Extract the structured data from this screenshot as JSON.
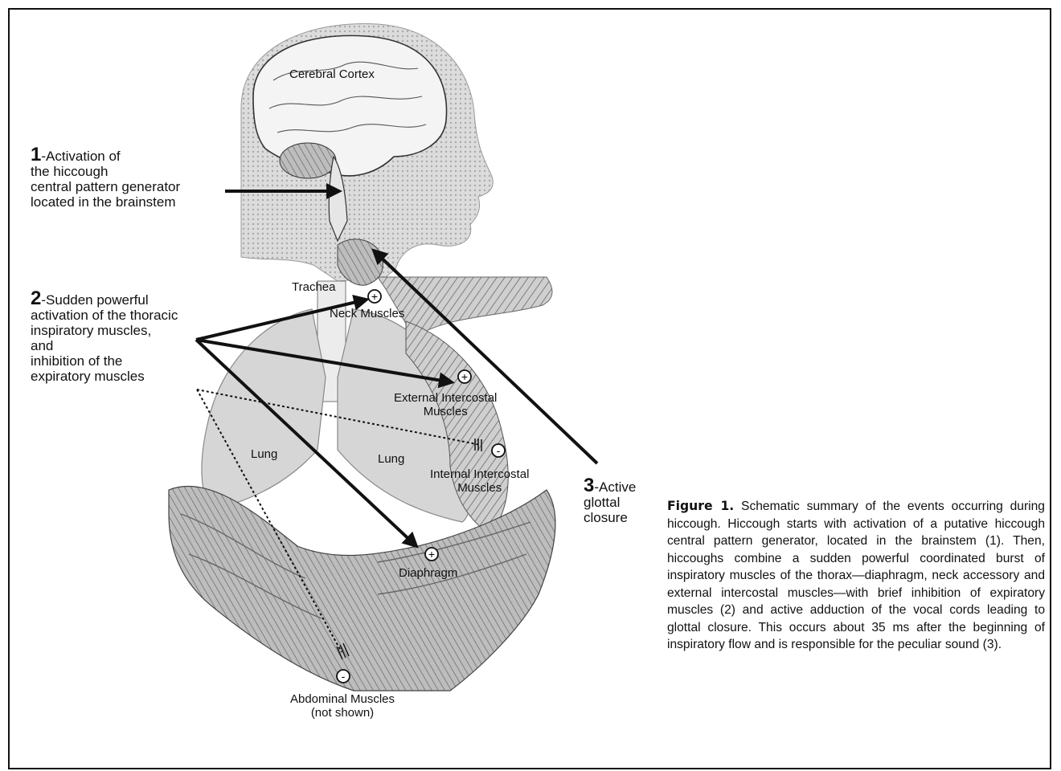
{
  "steps": [
    {
      "number": "1",
      "lines": [
        "-Activation of",
        "the hiccough",
        "central pattern generator",
        "located in the brainstem"
      ]
    },
    {
      "number": "2",
      "lines": [
        "-Sudden powerful",
        "activation of the thoracic",
        "inspiratory muscles,",
        "and",
        "inhibition of the",
        "expiratory muscles"
      ]
    },
    {
      "number": "3",
      "lines": [
        "-Active",
        "glottal",
        "closure"
      ]
    }
  ],
  "anatomy_labels": {
    "cerebral_cortex": "Cerebral Cortex",
    "trachea": "Trachea",
    "neck_muscles": "Neck Muscles",
    "external_intercostal": [
      "External Intercostal",
      "Muscles"
    ],
    "internal_intercostal": [
      "Internal Intercostal",
      "Muscles"
    ],
    "lung_left": "Lung",
    "lung_right": "Lung",
    "diaphragm": "Diaphragm",
    "abdominal": [
      "Abdominal Muscles",
      "(not shown)"
    ]
  },
  "signs": {
    "plus": "+",
    "minus": "-"
  },
  "caption": {
    "figure_label": "Figure 1.",
    "text": " Schematic summary of the events occurring during hiccough. Hiccough starts with activation of a putative hiccough central pattern generator, located in the brainstem (1). Then, hiccoughs combine a sudden powerful coordinated burst of inspiratory muscles of the thorax—diaphragm, neck accessory and external intercostal muscles—with brief inhibition of expiratory muscles (2) and active adduction of the vocal cords leading to glottal closure. This occurs about 35 ms after the beginning of inspiratory flow and is responsible for the peculiar sound (3)."
  }
}
